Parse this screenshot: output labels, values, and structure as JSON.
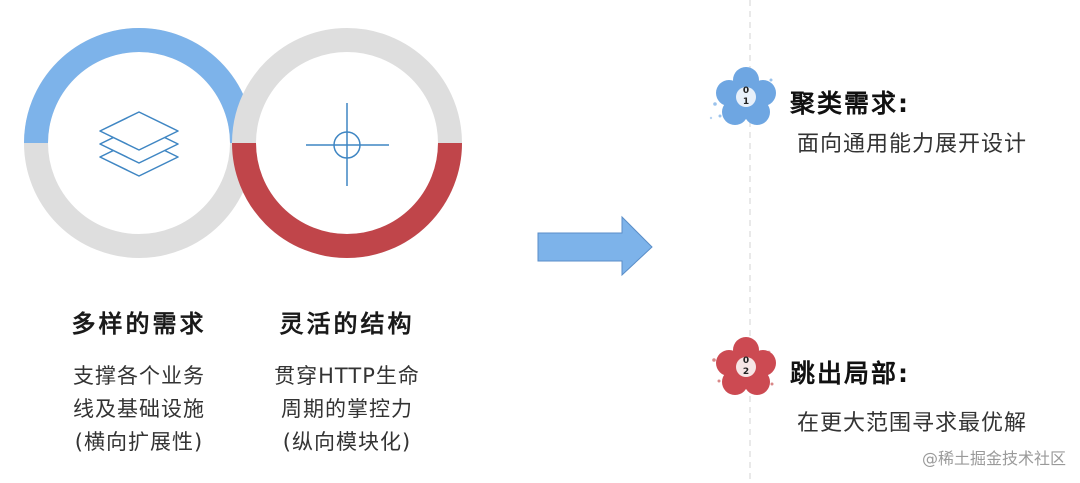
{
  "left_panel": {
    "circle_1": {
      "icon": "layers-icon",
      "title": "多样的需求",
      "lines": [
        "支撑各个业务",
        "线及基础设施",
        "(横向扩展性)"
      ]
    },
    "circle_2": {
      "icon": "crosshair-icon",
      "title": "灵活的结构",
      "lines": [
        "贯穿HTTP生命",
        "周期的掌控力",
        "(纵向模块化)"
      ]
    }
  },
  "arrow": {
    "icon": "right-arrow-icon"
  },
  "right_panel": {
    "items": [
      {
        "badge": "01",
        "badge_icon": "blue-flower-icon",
        "title": "聚类需求:",
        "desc": "面向通用能力展开设计"
      },
      {
        "badge": "02",
        "badge_icon": "red-flower-icon",
        "title": "跳出局部:",
        "desc": "在更大范围寻求最优解"
      }
    ]
  },
  "watermark": "@稀土掘金技术社区",
  "colors": {
    "blue": "#7db3ea",
    "red": "#c0454a",
    "gray": "#dedede",
    "icon_blue": "#3f86c3",
    "divider": "#e4e4e4"
  }
}
